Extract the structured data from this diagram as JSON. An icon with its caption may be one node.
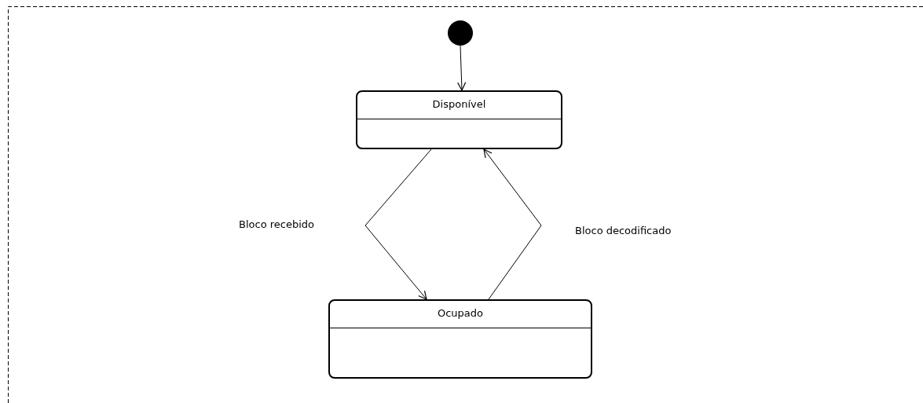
{
  "diagram": {
    "nodes": [
      {
        "text": [],
        "shape": "circle"
      },
      {
        "text": [
          "Disponível"
        ]
      },
      {
        "text": [
          "Ocupado"
        ]
      }
    ],
    "edges": [
      {
        "from": 0,
        "to": 1,
        "arrow": "to"
      },
      {
        "from": 1,
        "to": 2,
        "arrow": "to",
        "label": "Bloco recebido"
      },
      {
        "from": 2,
        "to": 1,
        "arrow": "to",
        "label": "Bloco decodificado"
      }
    ]
  }
}
